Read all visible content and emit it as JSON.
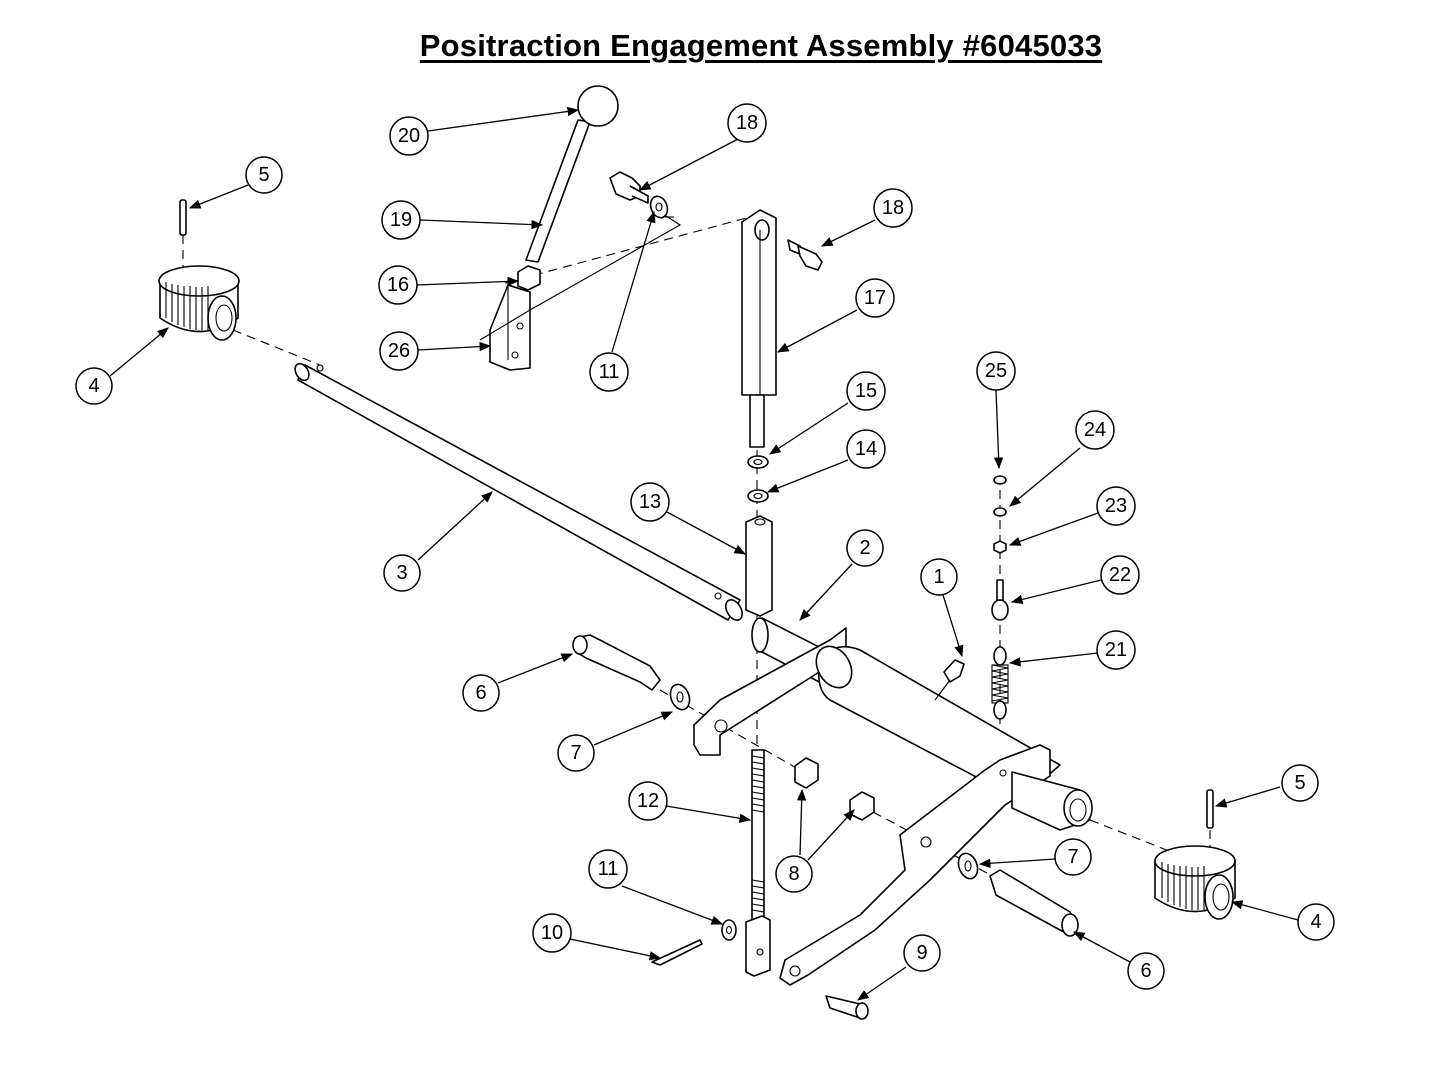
{
  "title": "Positraction Engagement Assembly #6045033",
  "callouts": [
    {
      "label": "20"
    },
    {
      "label": "18"
    },
    {
      "label": "5"
    },
    {
      "label": "19"
    },
    {
      "label": "18"
    },
    {
      "label": "16"
    },
    {
      "label": "17"
    },
    {
      "label": "26"
    },
    {
      "label": "4"
    },
    {
      "label": "11"
    },
    {
      "label": "15"
    },
    {
      "label": "25"
    },
    {
      "label": "14"
    },
    {
      "label": "24"
    },
    {
      "label": "13"
    },
    {
      "label": "23"
    },
    {
      "label": "2"
    },
    {
      "label": "3"
    },
    {
      "label": "1"
    },
    {
      "label": "22"
    },
    {
      "label": "21"
    },
    {
      "label": "6"
    },
    {
      "label": "7"
    },
    {
      "label": "12"
    },
    {
      "label": "5"
    },
    {
      "label": "8"
    },
    {
      "label": "7"
    },
    {
      "label": "11"
    },
    {
      "label": "4"
    },
    {
      "label": "10"
    },
    {
      "label": "9"
    },
    {
      "label": "6"
    }
  ]
}
